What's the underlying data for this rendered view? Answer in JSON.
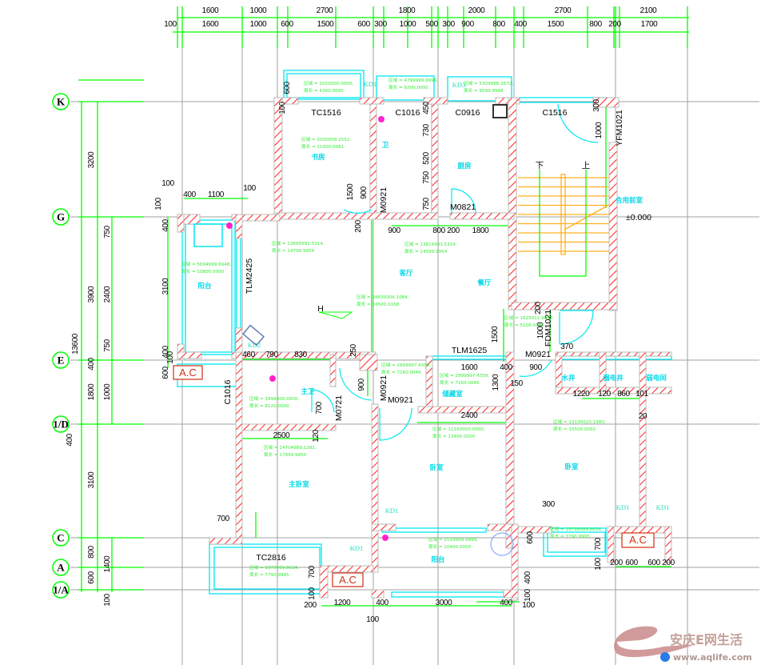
{
  "axes": [
    "K",
    "G",
    "E",
    "1/D",
    "C",
    "A",
    "1/A"
  ],
  "dimensions": [
    "1600",
    "1000",
    "2700",
    "1800",
    "2000",
    "2700",
    "2100",
    "100",
    "1600",
    "1000",
    "600",
    "1500",
    "600",
    "300",
    "1000",
    "500",
    "300",
    "900",
    "800",
    "400",
    "1500",
    "800",
    "200",
    "1700",
    "3200",
    "3900",
    "13600",
    "400",
    "1800",
    "3100",
    "800",
    "600",
    "400",
    "750",
    "2400",
    "750",
    "1000",
    "1400",
    "100",
    "100",
    "400",
    "1100",
    "100",
    "100",
    "400",
    "3100",
    "400",
    "100",
    "600",
    "600",
    "100",
    "1500",
    "900",
    "450",
    "730",
    "520",
    "750",
    "750",
    "200",
    "900",
    "800",
    "200",
    "1800",
    "1000",
    "300",
    "200",
    "1000",
    "1500",
    "370",
    "460",
    "790",
    "830",
    "250",
    "1600",
    "400",
    "900",
    "900",
    "1300",
    "150",
    "700",
    "120",
    "2500",
    "2400",
    "1220",
    "120",
    "860",
    "101",
    "20",
    "300",
    "700",
    "600",
    "700",
    "100",
    "200",
    "600",
    "600",
    "200",
    "700",
    "100",
    "200",
    "1200",
    "400",
    "3000",
    "400",
    "100",
    "100",
    "400",
    "100"
  ],
  "labels": [
    "TC1516",
    "C1016",
    "C0916",
    "C1516",
    "YFM1021",
    "M0921",
    "M0821",
    "TLM2425",
    "TLM1625",
    "M0921",
    "FDM1021",
    "M0721",
    "M0921",
    "M0921",
    "C1016",
    "TC2816",
    "±0.000",
    "H",
    "下",
    "上"
  ],
  "door_tags": [
    "KD1",
    "KD3",
    "KD2",
    "KD1",
    "KD1",
    "KD1",
    "KD1"
  ],
  "rooms": [
    "书房",
    "卫",
    "厨房",
    "阳台",
    "客厅",
    "餐厅",
    "合用前室",
    "主卫",
    "储藏室",
    "卧室",
    "主卧室",
    "卧室",
    "阳台",
    "水井",
    "强电井",
    "弱电间"
  ],
  "area_notes": [
    {
      "area": "区域 = 1020000.0000,",
      "perimeter": "周长 = 4360.0000"
    },
    {
      "area": "区域 = 4799999.9999,",
      "perimeter": "周长 = 9200.0000"
    },
    {
      "area": "区域 = 5309986.2672,",
      "perimeter": "周长 = 9599.9998"
    },
    {
      "area": "区域 = 3500009.1552,",
      "perimeter": "周长 = 11000.0061"
    },
    {
      "area": "区域 = 5694999.6948,",
      "perimeter": "周长 = 10800.0000"
    },
    {
      "area": "区域 = 13689991.5314,",
      "perimeter": "周长 = 14799.9954"
    },
    {
      "area": "区域 = 13819991.5314,",
      "perimeter": "周长 = 14599.9954"
    },
    {
      "area": "区域 = 28635006.1084,",
      "perimeter": "周长 = 24500.0168"
    },
    {
      "area": "区域 = 1625011.9067,",
      "perimeter": "周长 = 5100.0183"
    },
    {
      "area": "区域 = 2899997.4359,",
      "perimeter": "周长 = 7160.0046"
    },
    {
      "area": "区域 = 2899997.4359,",
      "perimeter": "周长 = 7160.0046"
    },
    {
      "area": "区域 = 3998400.0000,",
      "perimeter": "周长 = 8120.0000"
    },
    {
      "area": "区域 = 11160000.0000,",
      "perimeter": "周长 = 13400.0000"
    },
    {
      "area": "区域 = 14704989.1282,",
      "perimeter": "周长 = 17999.9950"
    },
    {
      "area": "区域 = 13130020.1580,",
      "perimeter": "周长 = 15500.0092"
    },
    {
      "area": "区域 = 19799999.8634,",
      "perimeter": "周长 = 7790.9995"
    },
    {
      "area": "区域 = 5519999.9999,",
      "perimeter": "周长 = 10400.0000"
    },
    {
      "area": "区域 = 1979999.8634,",
      "perimeter": "周长 = 7790.9995"
    }
  ],
  "ac_units": [
    "A.C",
    "A.C",
    "A.C"
  ],
  "watermark": {
    "brand": "安庆E网生活",
    "url": "www.aqlife.com"
  },
  "colors": {
    "dimension": "#00ff00",
    "wall_hatch": "#ff2020",
    "window": "#00e8f0",
    "stair": "#ffb020",
    "room_text": "#00d8e8"
  }
}
